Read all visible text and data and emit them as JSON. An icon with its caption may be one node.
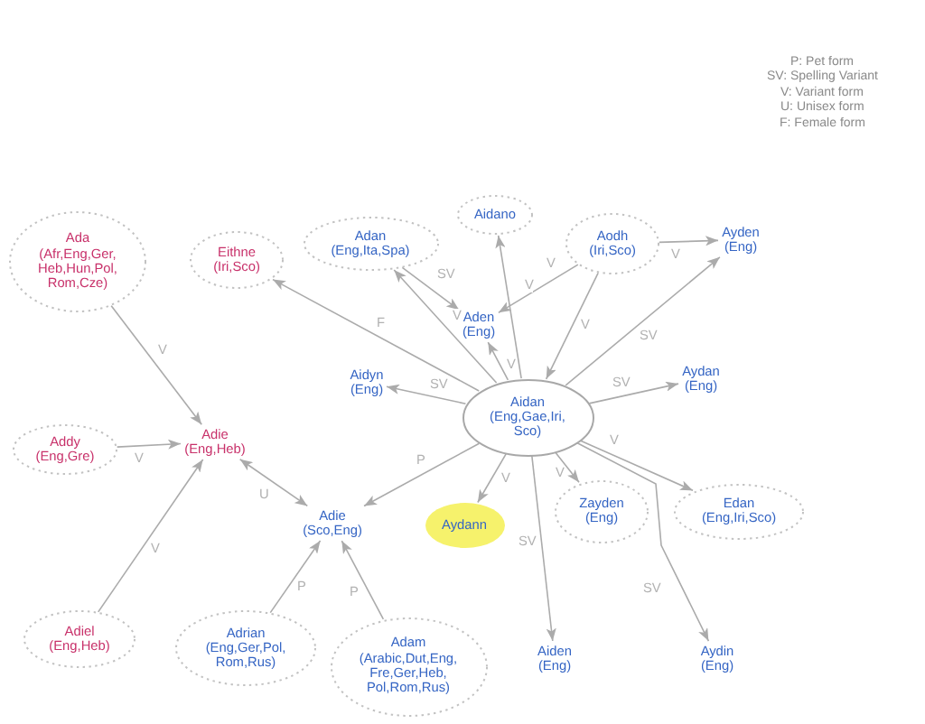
{
  "diagram": {
    "nodes": [
      {
        "text": [
          "Ada",
          "(Afr,Eng,Ger, Heb,Hun,Pol, Rom,Cze)"
        ]
      },
      {
        "text": [
          "Eithne",
          "(Iri,Sco)"
        ]
      },
      {
        "text": [
          "Adan",
          "(Eng,Ita,Spa)"
        ]
      },
      {
        "text": [
          "Aidano"
        ]
      },
      {
        "text": [
          "Aodh",
          "(Iri,Sco)"
        ]
      },
      {
        "text": [
          "Ayden",
          "(Eng)"
        ]
      },
      {
        "text": [
          "Aden",
          "(Eng)"
        ]
      },
      {
        "text": [
          "Aidyn",
          "(Eng)"
        ]
      },
      {
        "text": [
          "Aidan",
          "(Eng,Gae,Iri, Sco)"
        ]
      },
      {
        "text": [
          "Aydan",
          "(Eng)"
        ]
      },
      {
        "text": [
          "Addy",
          "(Eng,Gre)"
        ]
      },
      {
        "text": [
          "Adie",
          "(Eng,Heb)"
        ]
      },
      {
        "text": [
          "Adie",
          "(Sco,Eng)"
        ]
      },
      {
        "text": [
          "Aydann"
        ]
      },
      {
        "text": [
          "Zayden",
          "(Eng)"
        ]
      },
      {
        "text": [
          "Edan",
          "(Eng,Iri,Sco)"
        ]
      },
      {
        "text": [
          "Adiel",
          "(Eng,Heb)"
        ]
      },
      {
        "text": [
          "Adrian",
          "(Eng,Ger,Pol, Rom,Rus)"
        ]
      },
      {
        "text": [
          "Adam",
          "(Arabic,Dut,Eng, Fre,Ger,Heb, Pol,Rom,Rus)"
        ]
      },
      {
        "text": [
          "Aiden",
          "(Eng)"
        ]
      },
      {
        "text": [
          "Aydin",
          "(Eng)"
        ]
      }
    ],
    "edges": [
      {
        "from": 0,
        "to": 11,
        "arrow": "to",
        "label": "V"
      },
      {
        "from": 10,
        "to": 11,
        "arrow": "to",
        "label": "V"
      },
      {
        "from": 16,
        "to": 11,
        "arrow": "to",
        "label": "V"
      },
      {
        "from": 11,
        "to": 12,
        "arrow": "both",
        "label": "U"
      },
      {
        "from": 8,
        "to": 12,
        "arrow": "to",
        "label": "P"
      },
      {
        "from": 17,
        "to": 12,
        "arrow": "to",
        "label": "P"
      },
      {
        "from": 18,
        "to": 12,
        "arrow": "to",
        "label": "P"
      },
      {
        "from": 8,
        "to": 1,
        "arrow": "to",
        "label": "F"
      },
      {
        "from": 8,
        "to": 2,
        "arrow": "to",
        "label": "V"
      },
      {
        "from": 2,
        "to": 6,
        "arrow": "to",
        "label": "SV"
      },
      {
        "from": 8,
        "to": 3,
        "arrow": "to",
        "label": "V"
      },
      {
        "from": 8,
        "to": 6,
        "arrow": "to",
        "label": "V"
      },
      {
        "from": 4,
        "to": 6,
        "arrow": "to",
        "label": "V"
      },
      {
        "from": 4,
        "to": 5,
        "arrow": "to",
        "label": "V"
      },
      {
        "from": 4,
        "to": 8,
        "arrow": "to",
        "label": "V"
      },
      {
        "from": 8,
        "to": 5,
        "arrow": "to",
        "label": "SV"
      },
      {
        "from": 8,
        "to": 7,
        "arrow": "to",
        "label": "SV"
      },
      {
        "from": 8,
        "to": 9,
        "arrow": "to",
        "label": "SV"
      },
      {
        "from": 8,
        "to": 15,
        "arrow": "to",
        "label": "V"
      },
      {
        "from": 8,
        "to": 14,
        "arrow": "to",
        "label": "V"
      },
      {
        "from": 8,
        "to": 20,
        "arrow": "to",
        "label": "SV"
      },
      {
        "from": 8,
        "to": 19,
        "arrow": "to",
        "label": "SV"
      },
      {
        "from": 8,
        "to": 13,
        "arrow": "to",
        "label": "V"
      }
    ],
    "labels": [
      "P: Pet form",
      "SV: Spelling Variant",
      "V: Variant form",
      "U: Unisex form",
      "F: Female form"
    ]
  }
}
